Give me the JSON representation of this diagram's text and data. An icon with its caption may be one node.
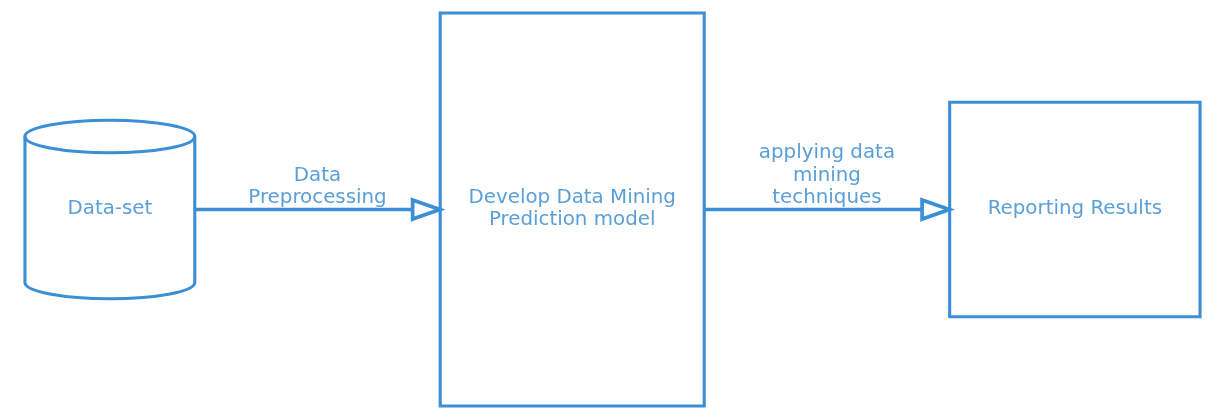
{
  "diagram": {
    "nodes": [
      {
        "text": [
          "Data-set"
        ]
      },
      {
        "text": [
          "Develop Data Mining Prediction model"
        ]
      },
      {
        "text": [
          "Reporting Results"
        ]
      }
    ],
    "edges": [
      {
        "from": 0,
        "to": 1,
        "arrow": "to",
        "label": "Data Preprocessing"
      },
      {
        "from": 1,
        "to": 2,
        "arrow": "to",
        "label": "applying data mining techniques"
      }
    ]
  }
}
